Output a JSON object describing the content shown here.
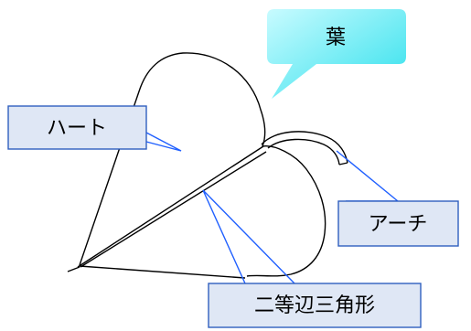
{
  "labels": {
    "leaf": "葉",
    "heart": "ハート",
    "arch": "アーチ",
    "isosceles_triangle": "二等辺三角形"
  },
  "colors": {
    "callout_fill": "#dfe7f5",
    "callout_border": "#2f5fbf",
    "leader_line": "#1f5fff",
    "leaf_gradient_light": "#c8fbff",
    "leaf_gradient_dark": "#2fe0ec",
    "drawing_stroke": "#000000"
  }
}
